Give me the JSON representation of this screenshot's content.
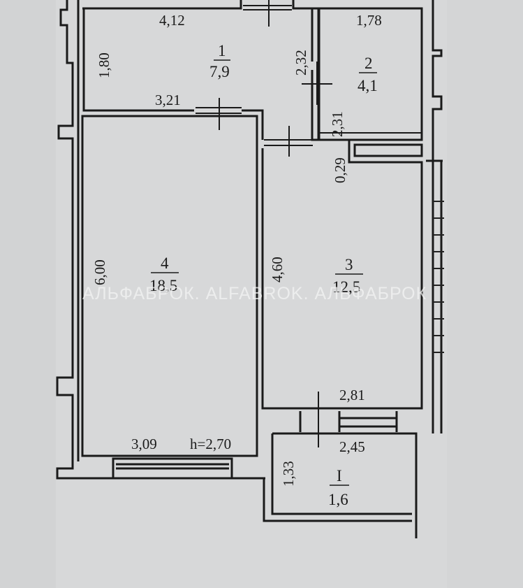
{
  "rooms": [
    {
      "number": "1",
      "area": "7,9"
    },
    {
      "number": "2",
      "area": "4,1"
    },
    {
      "number": "3",
      "area": "12,5"
    },
    {
      "number": "4",
      "area": "18,5"
    },
    {
      "number": "I",
      "area": "1,6"
    }
  ],
  "dimensions": {
    "d_412": "4,12",
    "d_178": "1,78",
    "d_180": "1,80",
    "d_232": "2,32",
    "d_321": "3,21",
    "d_231": "2,31",
    "d_029": "0,29",
    "d_600": "6,00",
    "d_460": "4,60",
    "d_281": "2,81",
    "d_309": "3,09",
    "d_245": "2,45",
    "d_133": "1,33"
  },
  "ceiling_height": "h=2,70",
  "watermark": "АЛЬФАБРОК. ALFABROK. АЛЬФАБРОК"
}
